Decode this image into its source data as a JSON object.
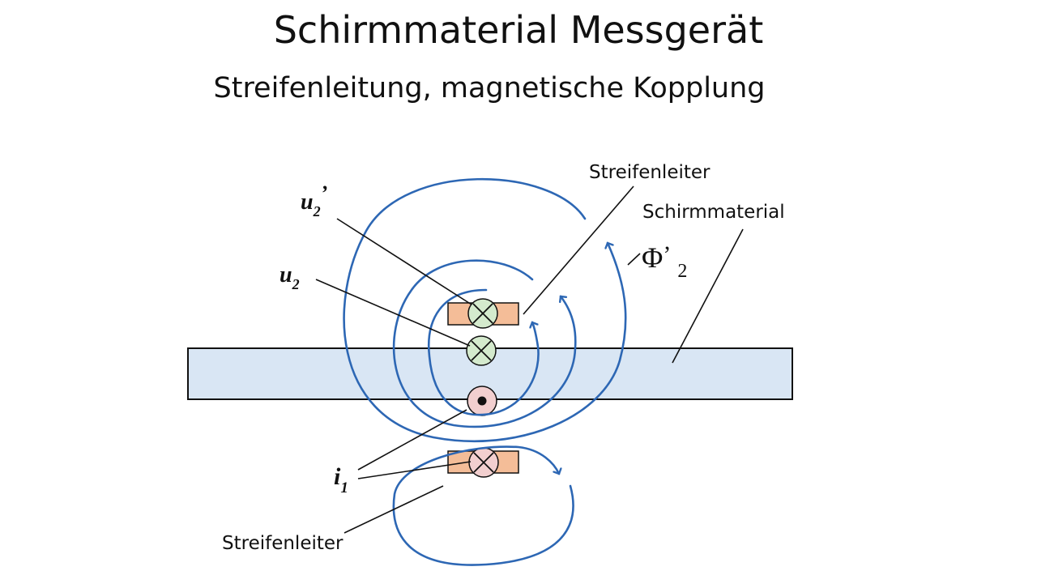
{
  "page": {
    "title": "Schirmmaterial Messgerät",
    "subtitle": "Streifenleitung, magnetische Kopplung"
  },
  "labels": {
    "strip_top": "Streifenleiter",
    "shield": "Schirmmaterial",
    "strip_bottom": "Streifenleiter",
    "u2_prime": {
      "base": "u",
      "sub": "2",
      "prime": "’"
    },
    "u2": {
      "base": "u",
      "sub": "2"
    },
    "i1": {
      "base": "i",
      "sub": "1"
    },
    "phi": {
      "base": "Φ",
      "prime": "’",
      "sub": "2"
    }
  },
  "colors": {
    "flux_lines": "#2d67b4",
    "shield_fill": "#d9e6f4",
    "strip_fill": "#f4bd98",
    "conductor_into_fill": "#d4eacd",
    "conductor_out_fill": "#f2cfcf"
  },
  "icons": {
    "conductor_into_page": "circle-cross-icon",
    "conductor_out_of_page": "circle-dot-icon"
  }
}
